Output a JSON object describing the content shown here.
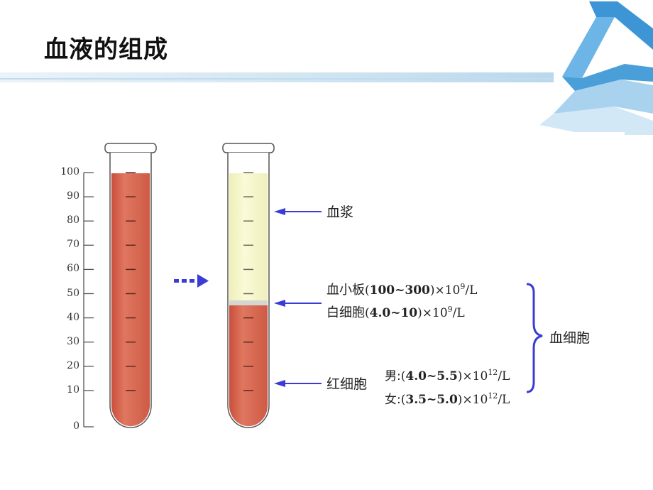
{
  "slide": {
    "title": "血液的组成"
  },
  "scale": {
    "ticks": [
      "100",
      "90",
      "80",
      "70",
      "60",
      "50",
      "40",
      "30",
      "20",
      "10",
      "0"
    ]
  },
  "labels": {
    "plasma": "血浆",
    "platelet_name": "血小板",
    "platelet_range": "100~300",
    "platelet_unit": "×10",
    "platelet_exp": "9",
    "platelet_tail": "/L",
    "wbc_name": "白细胞",
    "wbc_range": "4.0~10",
    "wbc_unit": "×10",
    "wbc_exp": "9",
    "wbc_tail": "/L",
    "blood_cells": "血细胞",
    "rbc_name": "红细胞",
    "rbc_male_prefix": "男:",
    "rbc_male_range": "4.0~5.5",
    "rbc_male_unit": "×10",
    "rbc_male_exp": "12",
    "rbc_male_tail": "/L",
    "rbc_female_prefix": "女:",
    "rbc_female_range": "3.5~5.0",
    "rbc_female_unit": "×10",
    "rbc_female_exp": "12",
    "rbc_female_tail": "/L"
  },
  "tube_contents": {
    "whole_blood_level_percent": 100,
    "plasma_top_percent": 100,
    "buffy_coat_percent": 45,
    "red_cells_top_percent": 45
  },
  "colors": {
    "blood": "#d9604a",
    "plasma": "#f5f5c6",
    "buffy_coat": "#d6d6d0",
    "arrow": "#3b3bd6",
    "title_band": "#d7e9f4",
    "ribbon": "#4a9fd8"
  }
}
